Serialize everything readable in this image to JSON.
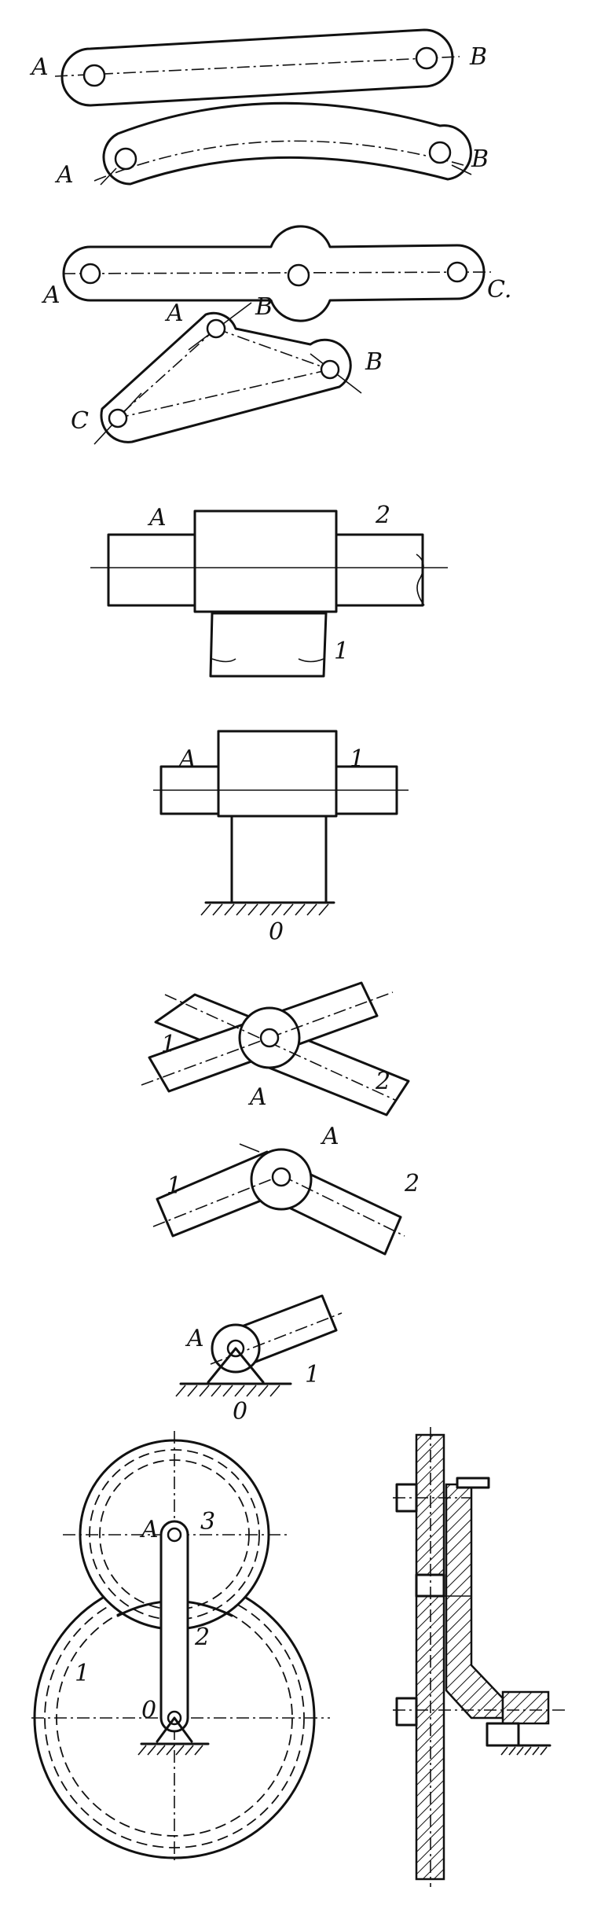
{
  "figures": {
    "straight_link": {
      "end_left": "A",
      "end_right": "B"
    },
    "curved_link": {
      "end_left": "A",
      "end_right": "B"
    },
    "three_hole_link": {
      "end_left": "A",
      "end_right": "C."
    },
    "triangle_link": {
      "top_left": "A",
      "top_right": "B",
      "right": "B",
      "bottom_left": "C"
    },
    "slider_on_rod": {
      "joint": "A",
      "rod": "2",
      "slider": "1"
    },
    "slider_on_frame": {
      "joint": "A",
      "rod": "1",
      "frame": "0"
    },
    "crossed_links": {
      "link_left": "1",
      "link_right": "2",
      "joint": "A"
    },
    "angled_links": {
      "link_left": "1",
      "joint": "A",
      "link_right": "2"
    },
    "ground_pivot": {
      "joint": "A",
      "link": "1",
      "frame": "0"
    },
    "gear_train": {
      "pin_top": "A",
      "gear_top": "3",
      "arm": "2",
      "gear_bottom": "1",
      "pivot": "0"
    }
  }
}
